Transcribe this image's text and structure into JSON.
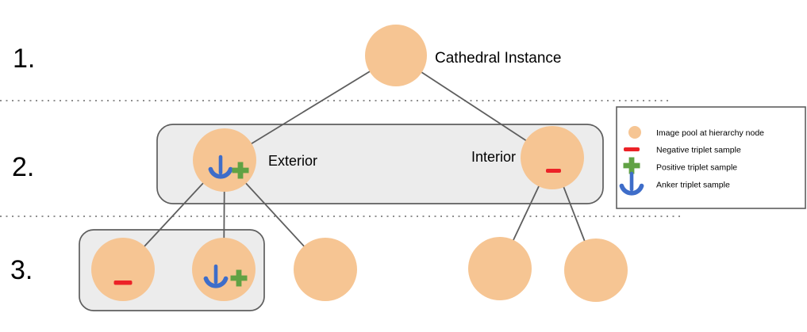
{
  "diagram": {
    "root_label": "Cathedral Instance",
    "level2": {
      "exterior_label": "Exterior",
      "interior_label": "Interior"
    },
    "level_markers": [
      "1.",
      "2.",
      "3."
    ]
  },
  "legend": {
    "items": [
      {
        "icon": "image-pool-circle-icon",
        "label": "Image pool at hierarchy node"
      },
      {
        "icon": "negative-minus-icon",
        "label": "Negative triplet sample"
      },
      {
        "icon": "positive-plus-icon",
        "label": "Positive triplet sample"
      },
      {
        "icon": "anchor-icon",
        "label": "Anker triplet sample"
      }
    ]
  },
  "colors": {
    "node-fill": "#F6C593",
    "negative-red": "#EC2227",
    "positive-green": "#61A244",
    "anchor-blue": "#3E6DC9",
    "edge-gray": "#5E5E5E",
    "box-fill": "#ECECEC",
    "box-stroke": "#5E5E5E",
    "separator-gray": "#8F8F8F",
    "legend-bg": "#FFFFFF",
    "text-black": "#000000"
  }
}
